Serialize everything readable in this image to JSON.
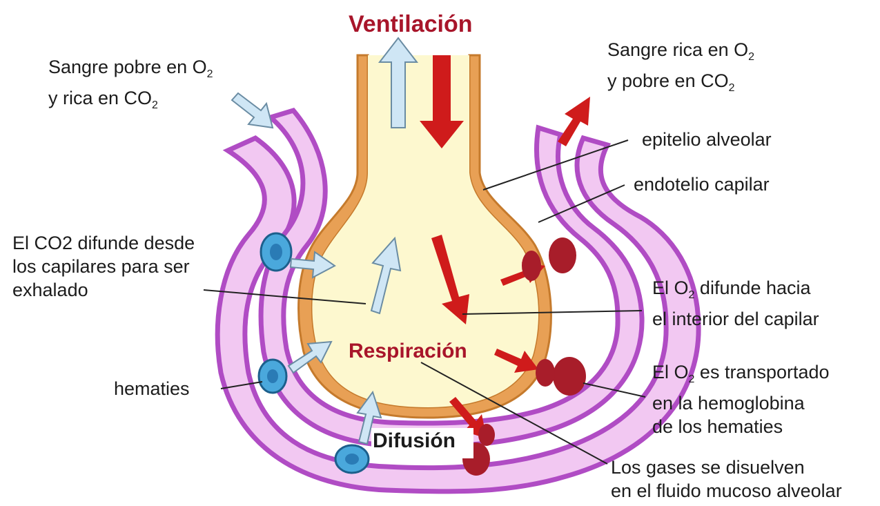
{
  "title": "Ventilación",
  "inner_labels": {
    "respiracion": "Respiración",
    "difusion": "Difusión"
  },
  "labels": {
    "sangre_pobre_line1": "Sangre pobre en O",
    "sangre_pobre_line1_sub": "2",
    "sangre_pobre_line2": "y rica en CO",
    "sangre_pobre_line2_sub": "2",
    "sangre_rica_line1": "Sangre rica en O",
    "sangre_rica_line1_sub": "2",
    "sangre_rica_line2": "y pobre en CO",
    "sangre_rica_line2_sub": "2",
    "epitelio": "epitelio alveolar",
    "endotelio": "endotelio capilar",
    "co2_line1": "El CO2 difunde desde",
    "co2_line2": "los capilares para ser",
    "co2_line3": "exhalado",
    "o2_difunde_line1_a": "El O",
    "o2_difunde_line1_sub": "2",
    "o2_difunde_line1_b": " difunde hacia",
    "o2_difunde_line2": "el interior del capilar",
    "hematies": "hematies",
    "o2_transp_line1_a": "El O",
    "o2_transp_line1_sub": "2",
    "o2_transp_line1_b": " es transportado",
    "o2_transp_line2": "en la hemoglobina",
    "o2_transp_line3": "de los hematies",
    "gases_line1": "Los gases se disuelven",
    "gases_line2": "en el fluido mucoso alveolar"
  },
  "colors": {
    "title": "#a8152a",
    "capillary_fill": "#f2c8f2",
    "capillary_stroke": "#b04cc4",
    "epithelium": "#e8a055",
    "alveolus_fill": "#fdf8cf",
    "o2_arrow": "#cf1b1b",
    "co2_arrow": "#cfe6f5",
    "hematie_dark": "#a81d2a",
    "hematie_blue": "#4aa8dc"
  }
}
